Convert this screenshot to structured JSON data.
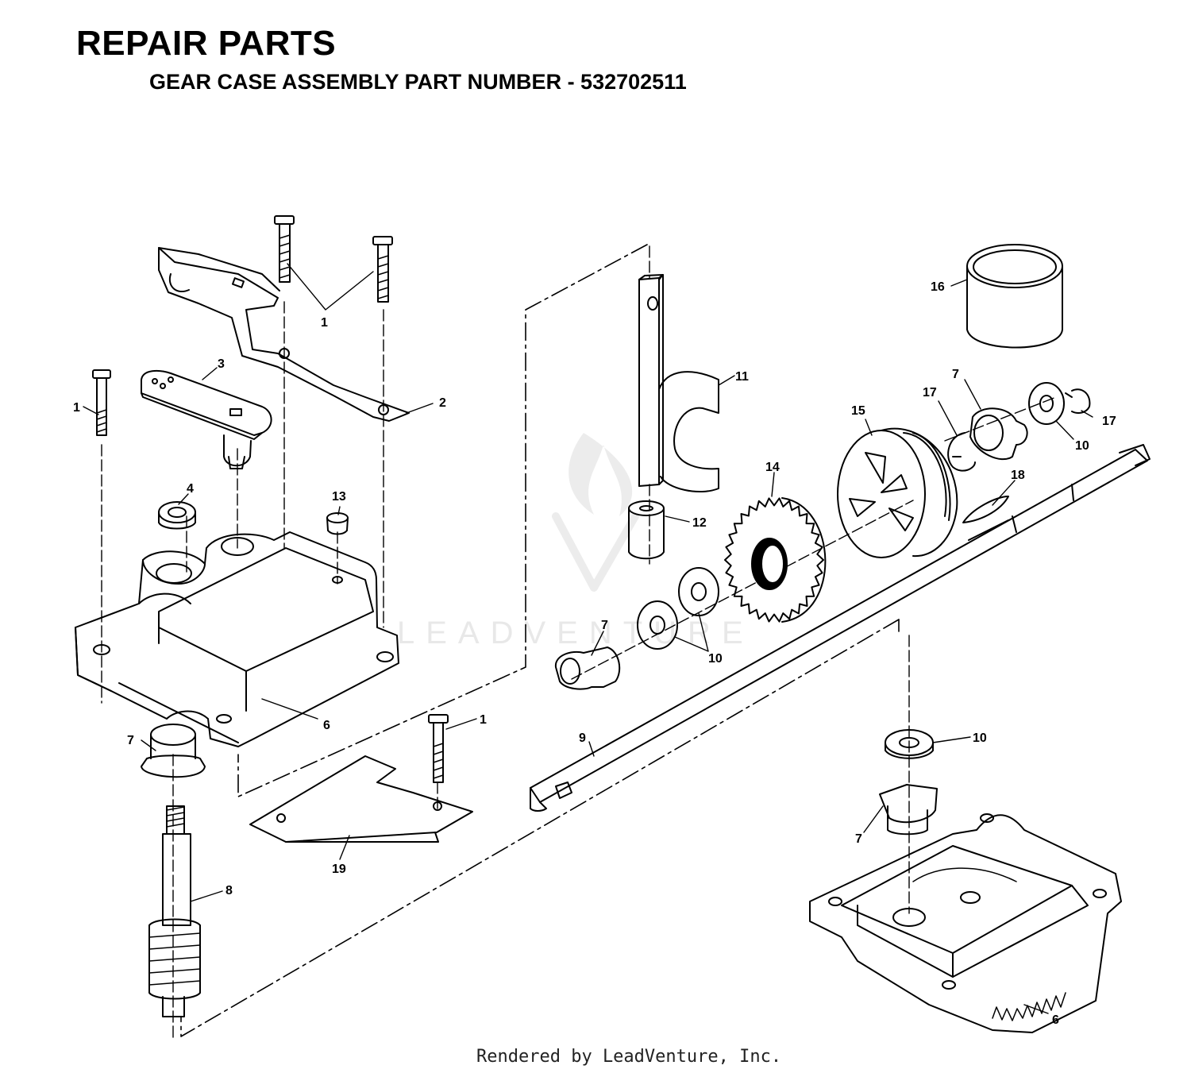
{
  "header": {
    "title": "REPAIR PARTS",
    "subtitle": "GEAR CASE ASSEMBLY PART NUMBER  - 532702511"
  },
  "watermark": {
    "text": "LEADVENTURE",
    "color": "#e6e6e6"
  },
  "footer": {
    "text": "Rendered by LeadVenture, Inc."
  },
  "callouts": {
    "c1a": "1",
    "c1b": "1",
    "c1c": "1",
    "c2": "2",
    "c3": "3",
    "c4": "4",
    "c6a": "6",
    "c6b": "6",
    "c7a": "7",
    "c7b": "7",
    "c7c": "7",
    "c7d": "7",
    "c8": "8",
    "c9": "9",
    "c10a": "10",
    "c10b": "10",
    "c10c": "10",
    "c11": "11",
    "c12": "12",
    "c13": "13",
    "c14": "14",
    "c15": "15",
    "c16": "16",
    "c17a": "17",
    "c17b": "17",
    "c18": "18",
    "c19": "19"
  }
}
